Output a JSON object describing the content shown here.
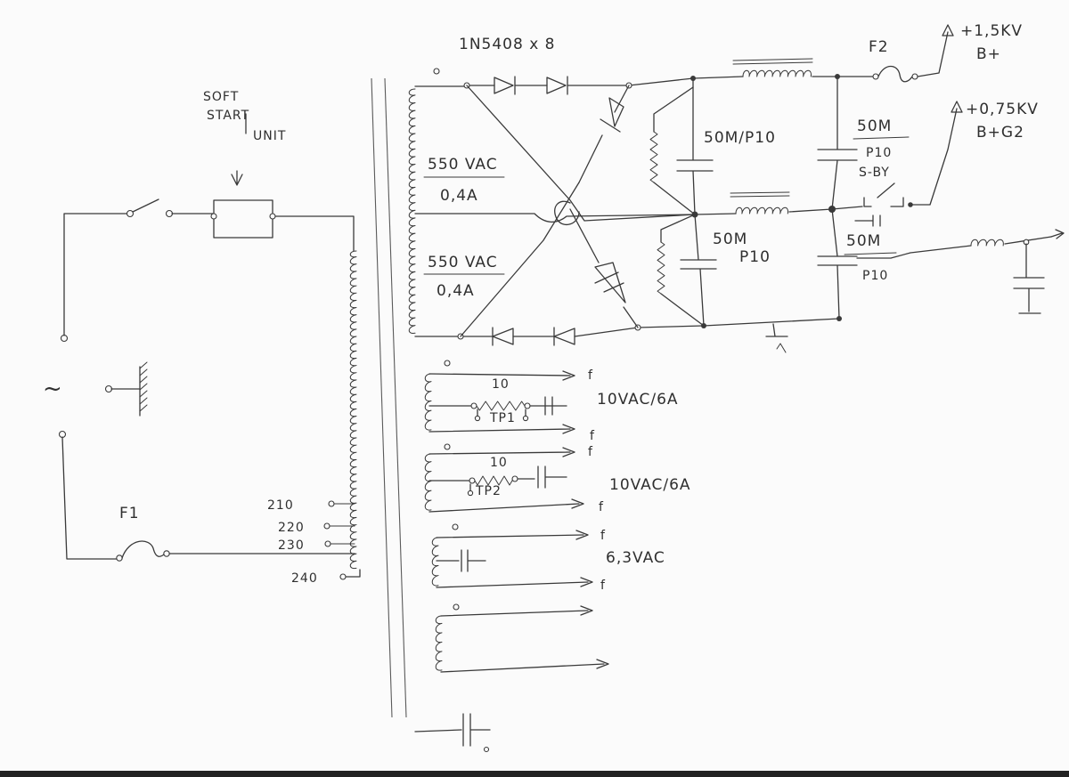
{
  "diagram": {
    "rectifier_label": "1N5408 x 8",
    "soft_start": {
      "line1": "SOFT",
      "line2": "START",
      "line3": "UNIT"
    },
    "mains_symbol": "~",
    "fuse1": "F1",
    "fuse2": "F2",
    "taps": [
      "210",
      "220",
      "230",
      "240"
    ],
    "hv_windings": [
      {
        "voltage": "550 VAC",
        "current": "0,4A"
      },
      {
        "voltage": "550 VAC",
        "current": "0,4A"
      }
    ],
    "caps": {
      "c1": "50M/P10",
      "c2": "50M/P10",
      "c3_value": "50M",
      "c3_rating": "P10",
      "c4_value": "50M",
      "c4_rating": "P10"
    },
    "standby": "S-BY",
    "outputs": {
      "hv1": "+1,5KV",
      "hv1_name": "B+",
      "hv2": "+0,75KV",
      "hv2_name": "B+G2"
    },
    "heaters": [
      {
        "resistor": "10",
        "trimmer": "TP1",
        "rating": "10VAC/6A"
      },
      {
        "resistor": "10",
        "trimmer": "TP2",
        "rating": "10VAC/6A"
      }
    ],
    "aux_winding": "6,3VAC",
    "heater_pin": "f"
  }
}
